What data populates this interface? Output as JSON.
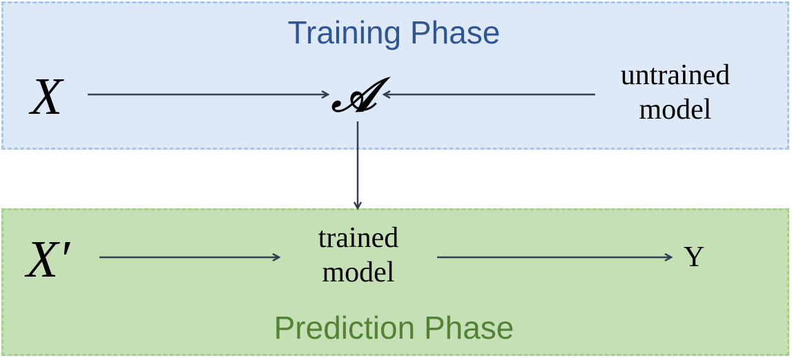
{
  "training": {
    "title": "Training Phase",
    "input": "X",
    "algorithm": "𝒜",
    "untrained_line1": "untrained",
    "untrained_line2": "model"
  },
  "prediction": {
    "title": "Prediction Phase",
    "input": "X′",
    "trained_line1": "trained",
    "trained_line2": "model",
    "output": "Y"
  },
  "colors": {
    "training_fill": "#dde9f6",
    "training_border": "#a9c5e4",
    "training_title": "#2f5597",
    "prediction_fill": "#c6e0b6",
    "prediction_border": "#a6ce8c",
    "prediction_title": "#548235",
    "arrow": "#333f50"
  }
}
